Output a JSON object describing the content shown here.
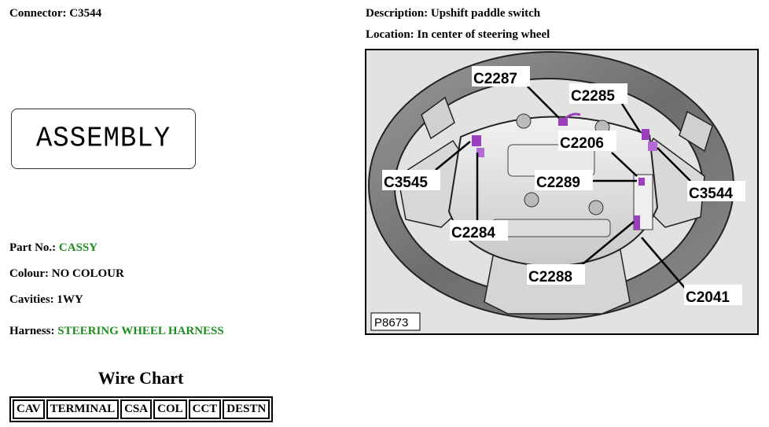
{
  "connector": {
    "label": "Connector:",
    "value": "C3544"
  },
  "description": {
    "label": "Description:",
    "value": "Upshift paddle switch"
  },
  "location": {
    "label": "Location:",
    "value": "In center of steering wheel"
  },
  "assembly_box_text": "ASSEMBLY",
  "part_no": {
    "label": "Part No.:",
    "value": "CASSY"
  },
  "colour": {
    "label": "Colour:",
    "value": "NO COLOUR"
  },
  "cavities": {
    "label": "Cavities:",
    "value": "1WY"
  },
  "harness": {
    "label": "Harness:",
    "value": "STEERING WHEEL HARNESS"
  },
  "wire_chart": {
    "title": "Wire Chart",
    "columns": [
      "CAV",
      "TERMINAL",
      "CSA",
      "COL",
      "CCT",
      "DESTN"
    ]
  },
  "diagram": {
    "figure_id": "P8673",
    "callouts": {
      "c2287": "C2287",
      "c2285": "C2285",
      "c2206": "C2206",
      "c3545": "C3545",
      "c2289": "C2289",
      "c3544": "C3544",
      "c2284": "C2284",
      "c2288": "C2288",
      "c2041": "C2041"
    }
  },
  "colors": {
    "value_green": "#1e8c1e",
    "connector_purple": "#9a3fc0"
  }
}
